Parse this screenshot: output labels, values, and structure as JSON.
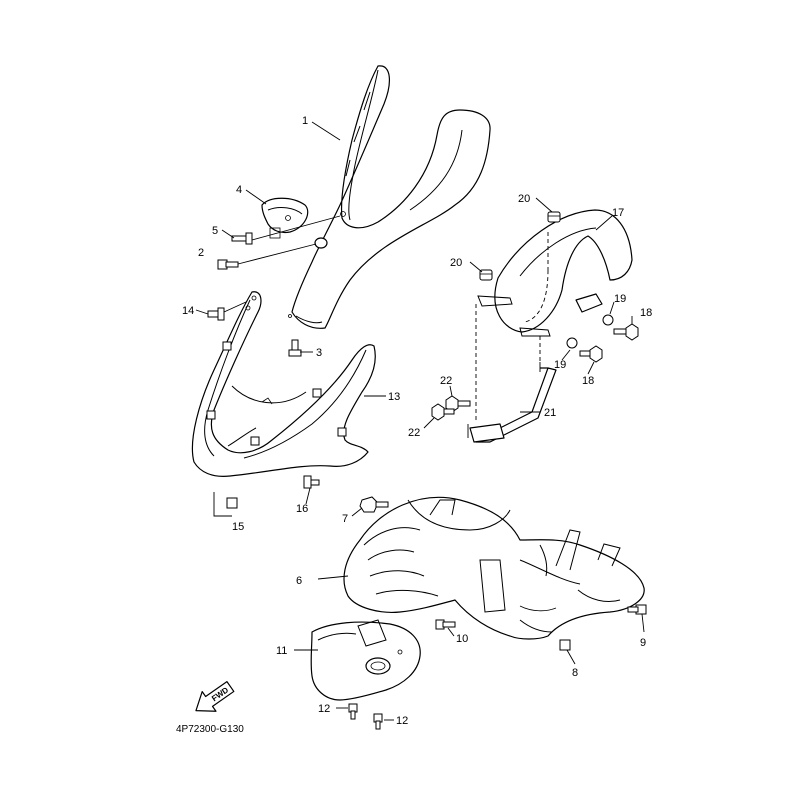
{
  "diagram": {
    "code": "4P72300-G130",
    "fwd_label": "FWD",
    "callouts": {
      "c1": "1",
      "c2": "2",
      "c3": "3",
      "c4": "4",
      "c5": "5",
      "c6": "6",
      "c7": "7",
      "c8": "8",
      "c9": "9",
      "c10": "10",
      "c11": "11",
      "c12a": "12",
      "c12b": "12",
      "c13": "13",
      "c14": "14",
      "c15": "15",
      "c16": "16",
      "c17": "17",
      "c18a": "18",
      "c18b": "18",
      "c19a": "19",
      "c19b": "19",
      "c20a": "20",
      "c20b": "20",
      "c21": "21",
      "c22a": "22",
      "c22b": "22"
    }
  }
}
